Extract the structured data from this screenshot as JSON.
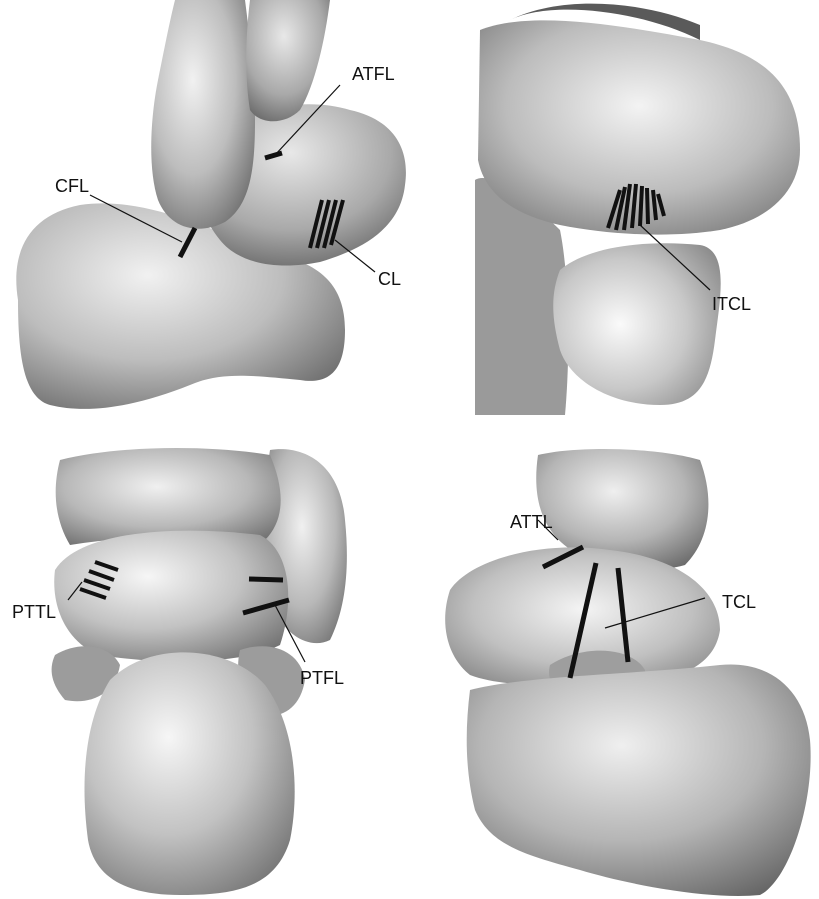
{
  "figure": {
    "panels": [
      {
        "id": "top-left",
        "labels": {
          "atfl": "ATFL",
          "cfl": "CFL",
          "cl": "CL"
        }
      },
      {
        "id": "top-right",
        "labels": {
          "itcl": "ITCL"
        }
      },
      {
        "id": "bottom-left",
        "labels": {
          "pttl": "PTTL",
          "ptfl": "PTFL"
        }
      },
      {
        "id": "bottom-right",
        "labels": {
          "attl": "ATTL",
          "tcl": "TCL"
        }
      }
    ]
  },
  "colors": {
    "bone_light": "#e6e6e6",
    "bone_mid": "#b3b3b3",
    "bone_dark": "#6f6f6f",
    "ligament": "#111111"
  }
}
